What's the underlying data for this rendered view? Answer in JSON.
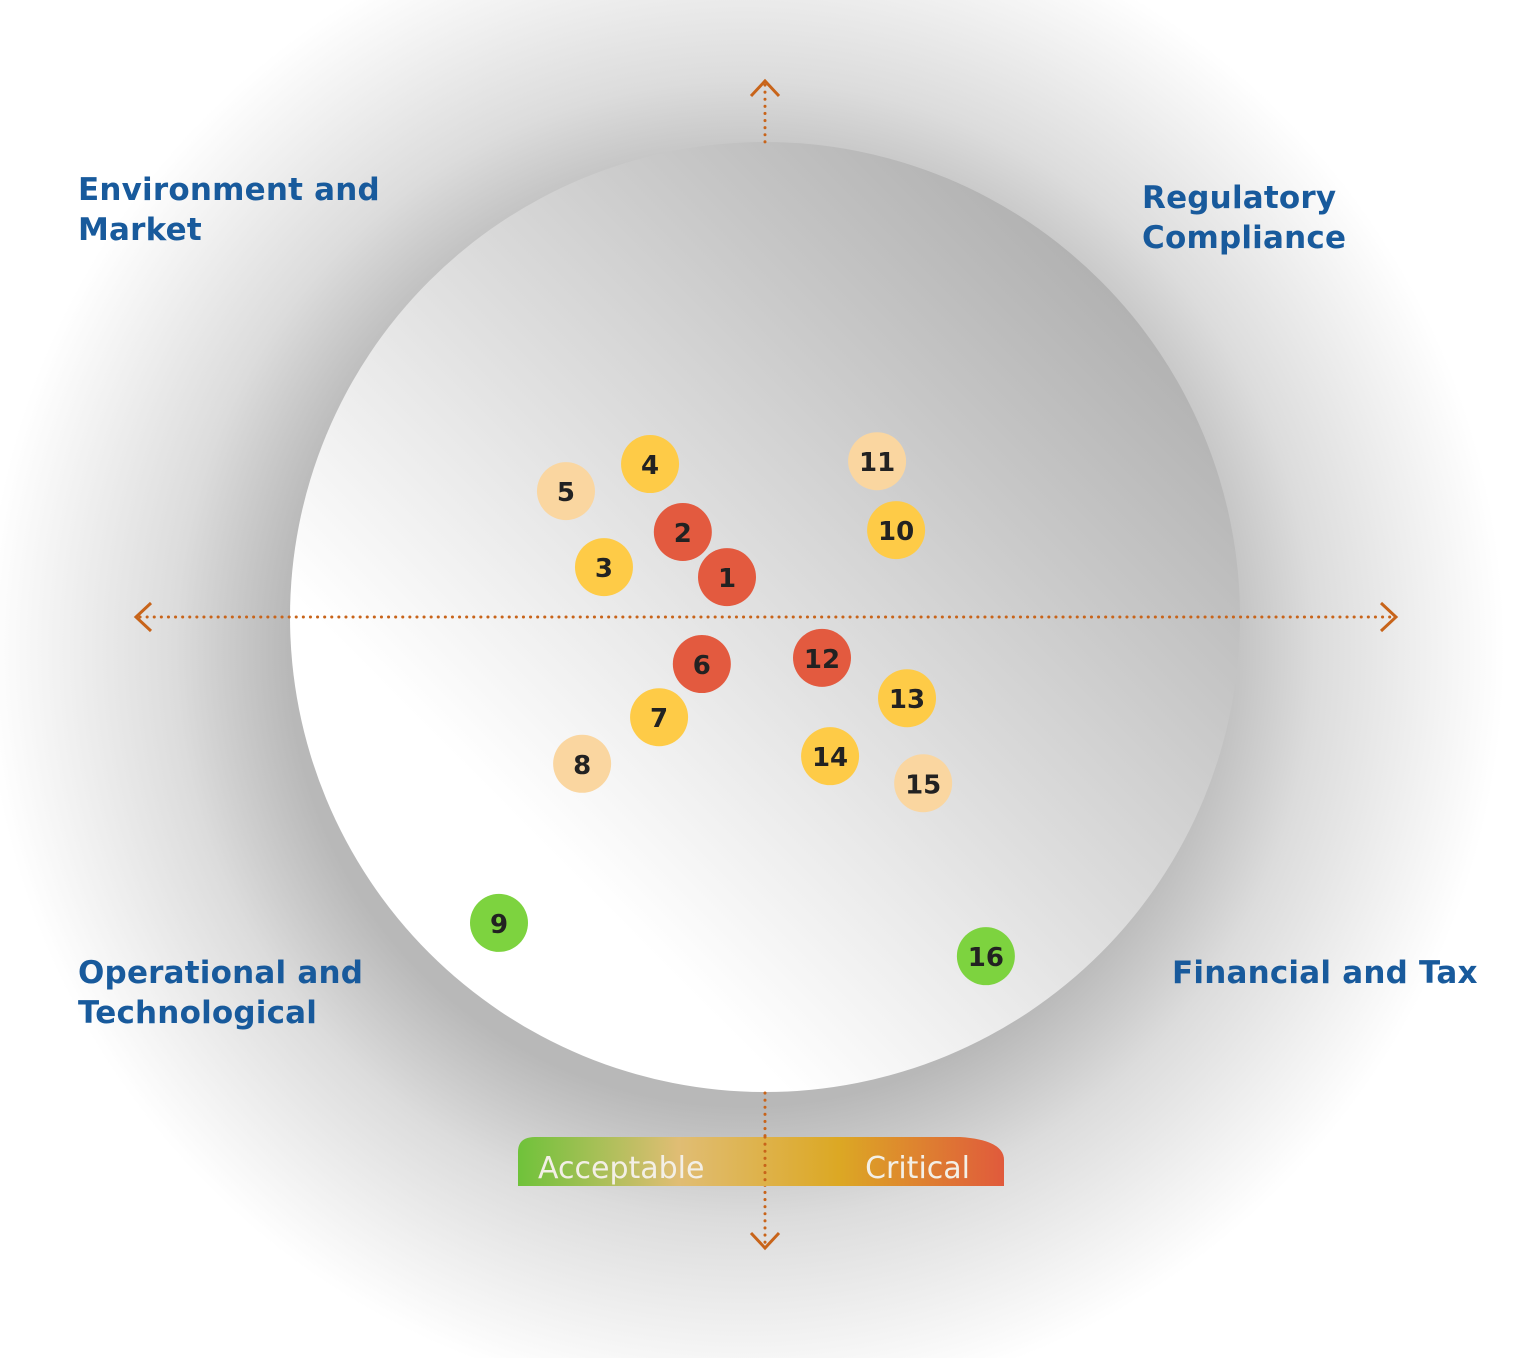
{
  "quadrants": {
    "top_left": [
      "Environment and",
      "Market"
    ],
    "top_right": [
      "Regulatory Compliance"
    ],
    "bottom_left": [
      "Operational and",
      "Technological"
    ],
    "bottom_right": [
      "Financial and Tax"
    ]
  },
  "legend": {
    "low": "Acceptable",
    "high": "Critical"
  },
  "colors": {
    "critical": "#e35a3f",
    "high": "#fecb47",
    "medium": "#fad6a0",
    "acceptable": "#7dd33f",
    "axis": "#c8641a",
    "label": "#185a9c"
  },
  "chart_data": {
    "type": "scatter",
    "xlim": [
      -100,
      100
    ],
    "ylim": [
      -100,
      100
    ],
    "points": [
      {
        "label": "1",
        "x": -8,
        "y": 8.4,
        "level": "critical"
      },
      {
        "label": "2",
        "x": -17.3,
        "y": 17.9,
        "level": "critical"
      },
      {
        "label": "3",
        "x": -33.9,
        "y": 10.5,
        "level": "high"
      },
      {
        "label": "4",
        "x": -24.2,
        "y": 32.2,
        "level": "high"
      },
      {
        "label": "5",
        "x": -41.9,
        "y": 26.5,
        "level": "medium"
      },
      {
        "label": "6",
        "x": -13.3,
        "y": -9.9,
        "level": "critical"
      },
      {
        "label": "7",
        "x": -22.3,
        "y": -21.1,
        "level": "high"
      },
      {
        "label": "8",
        "x": -38.5,
        "y": -30.9,
        "level": "medium"
      },
      {
        "label": "9",
        "x": -56,
        "y": -64.4,
        "level": "acceptable"
      },
      {
        "label": "10",
        "x": 27.6,
        "y": 18.3,
        "level": "high"
      },
      {
        "label": "11",
        "x": 23.6,
        "y": 32.8,
        "level": "medium"
      },
      {
        "label": "12",
        "x": 12,
        "y": -8.6,
        "level": "critical"
      },
      {
        "label": "13",
        "x": 29.9,
        "y": -17.1,
        "level": "high"
      },
      {
        "label": "14",
        "x": 13.7,
        "y": -29.3,
        "level": "high"
      },
      {
        "label": "15",
        "x": 33.3,
        "y": -35,
        "level": "medium"
      },
      {
        "label": "16",
        "x": 46.5,
        "y": -71.4,
        "level": "acceptable"
      }
    ]
  }
}
